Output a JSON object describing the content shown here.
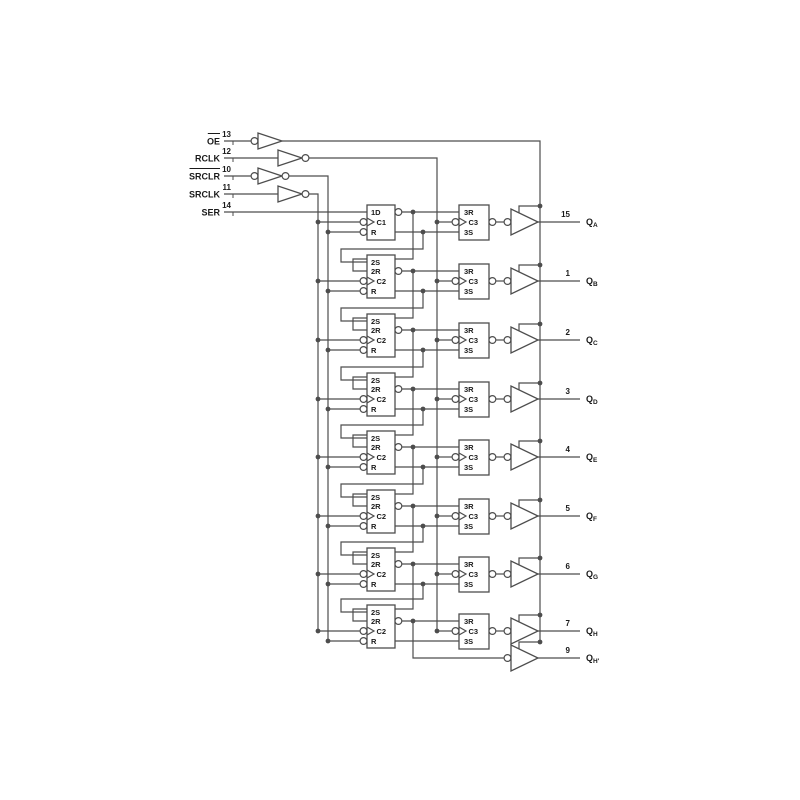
{
  "diagram": {
    "type": "shift-register-logic-diagram",
    "inputs": [
      {
        "label": "OE",
        "overline": true,
        "pin": "13"
      },
      {
        "label": "RCLK",
        "overline": false,
        "pin": "12"
      },
      {
        "label": "SRCLR",
        "overline": true,
        "pin": "10"
      },
      {
        "label": "SRCLK",
        "overline": false,
        "pin": "11"
      },
      {
        "label": "SER",
        "overline": false,
        "pin": "14"
      }
    ],
    "stages": [
      {
        "ff": [
          "1D",
          "C1",
          "R"
        ],
        "latch": [
          "3R",
          "C3",
          "3S"
        ],
        "pin": "15",
        "q": "Q",
        "sub": "A"
      },
      {
        "ff": [
          "2S",
          "2R",
          "C2",
          "R"
        ],
        "latch": [
          "3R",
          "C3",
          "3S"
        ],
        "pin": "1",
        "q": "Q",
        "sub": "B"
      },
      {
        "ff": [
          "2S",
          "2R",
          "C2",
          "R"
        ],
        "latch": [
          "3R",
          "C3",
          "3S"
        ],
        "pin": "2",
        "q": "Q",
        "sub": "C"
      },
      {
        "ff": [
          "2S",
          "2R",
          "C2",
          "R"
        ],
        "latch": [
          "3R",
          "C3",
          "3S"
        ],
        "pin": "3",
        "q": "Q",
        "sub": "D"
      },
      {
        "ff": [
          "2S",
          "2R",
          "C2",
          "R"
        ],
        "latch": [
          "3R",
          "C3",
          "3S"
        ],
        "pin": "4",
        "q": "Q",
        "sub": "E"
      },
      {
        "ff": [
          "2S",
          "2R",
          "C2",
          "R"
        ],
        "latch": [
          "3R",
          "C3",
          "3S"
        ],
        "pin": "5",
        "q": "Q",
        "sub": "F"
      },
      {
        "ff": [
          "2S",
          "2R",
          "C2",
          "R"
        ],
        "latch": [
          "3R",
          "C3",
          "3S"
        ],
        "pin": "6",
        "q": "Q",
        "sub": "G"
      },
      {
        "ff": [
          "2S",
          "2R",
          "C2",
          "R"
        ],
        "latch": [
          "3R",
          "C3",
          "3S"
        ],
        "pin": "7",
        "q": "Q",
        "sub": "H"
      }
    ],
    "serial_output": {
      "pin": "9",
      "q": "Q",
      "sub": "H'"
    },
    "colors": {
      "wire": "#4d4d4d",
      "text": "#1a1a1a",
      "background": "#ffffff",
      "box_fill": "#ffffff"
    }
  }
}
